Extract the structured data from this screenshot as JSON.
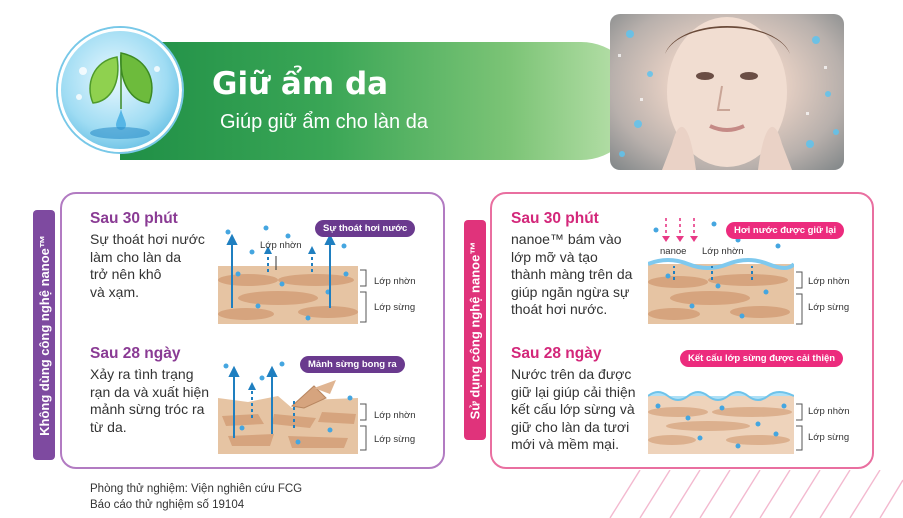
{
  "header": {
    "title": "Giữ ẩm da",
    "subtitle": "Giúp giữ ẩm cho làn da",
    "logo_icon": "leaf-water-drop-icon",
    "photo": "woman-face-with-water-mist-photo"
  },
  "left_panel": {
    "side_label": "Không dùng công nghệ nanoe™",
    "step1": {
      "title": "Sau 30 phút",
      "body": [
        "Sự thoát hơi nước",
        "làm cho làn da",
        "trở nên khô",
        "và xạm."
      ],
      "callout": "Sự thoát hơi nước",
      "inner_label": "Lớp nhờn",
      "layer1": "Lớp nhờn",
      "layer2": "Lớp sừng"
    },
    "step2": {
      "title": "Sau 28 ngày",
      "body": [
        "Xảy ra tình trạng",
        "rạn da và xuất hiện",
        "mảnh sừng tróc ra",
        "từ da."
      ],
      "callout": "Mảnh sừng bong ra",
      "layer1": "Lớp nhờn",
      "layer2": "Lớp sừng"
    }
  },
  "right_panel": {
    "side_label": "Sử dụng công nghệ nanoe™",
    "step1": {
      "title": "Sau 30 phút",
      "body": [
        "nanoe™ bám vào",
        "lớp mỡ và tạo",
        "thành màng trên da",
        "giúp ngăn ngừa sự",
        "thoát hơi nước."
      ],
      "callout": "Hơi nước được giữ lại",
      "inner_label_nanoe": "nanoe",
      "inner_label_oil": "Lớp nhờn",
      "layer1": "Lớp nhờn",
      "layer2": "Lớp sừng"
    },
    "step2": {
      "title": "Sau 28 ngày",
      "body": [
        "Nước trên da được",
        "giữ lại giúp cải thiện",
        "kết cấu lớp sừng và",
        "giữ cho làn da tươi",
        "mới và mềm mại."
      ],
      "callout": "Kết cấu lớp sừng được cải thiện",
      "layer1": "Lớp nhờn",
      "layer2": "Lớp sừng"
    }
  },
  "footer": {
    "line1": "Phòng thử nghiệm: Viện nghiên cứu FCG",
    "line2": "Báo cáo thử nghiệm số 19104"
  },
  "colors": {
    "banner_green": "#2f9b4e",
    "purple": "#8a3b94",
    "magenta": "#d3277a",
    "water_blue": "#3ea0dc",
    "skin": "#e9c7a7"
  }
}
